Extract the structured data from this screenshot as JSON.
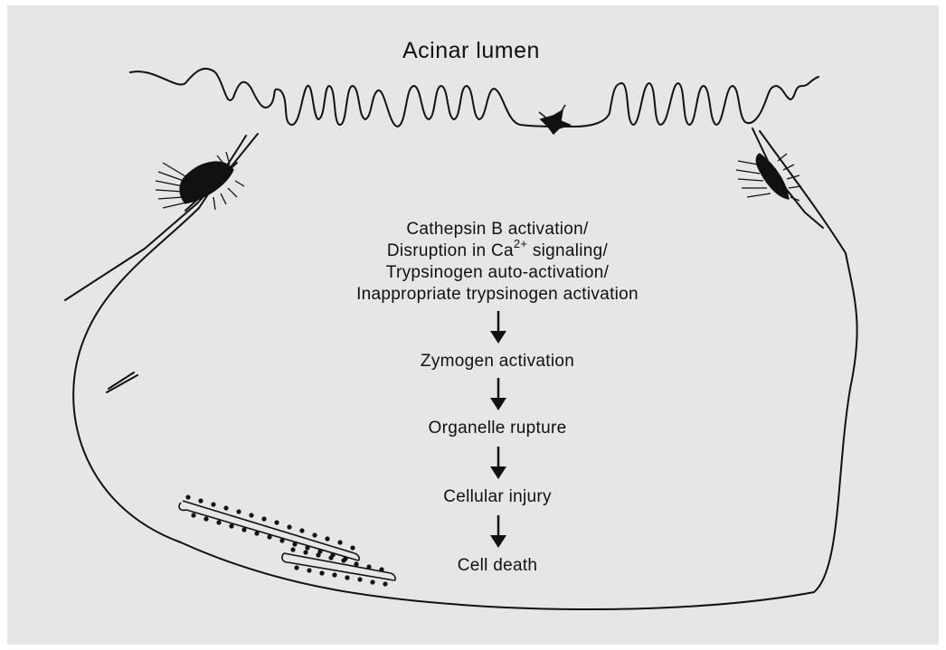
{
  "diagram": {
    "title": "Acinar lumen",
    "triggers": {
      "line1": "Cathepsin B activation/",
      "line2_pre": "Disruption in Ca",
      "line2_sup": "2+",
      "line2_post": " signaling/",
      "line3": "Trypsinogen auto-activation/",
      "line4": "Inappropriate trypsinogen activation"
    },
    "steps": [
      "Zymogen activation",
      "Organelle rupture",
      "Cellular injury",
      "Cell death"
    ],
    "colors": {
      "background": "#e6e6e6",
      "ink": "#111111"
    }
  }
}
